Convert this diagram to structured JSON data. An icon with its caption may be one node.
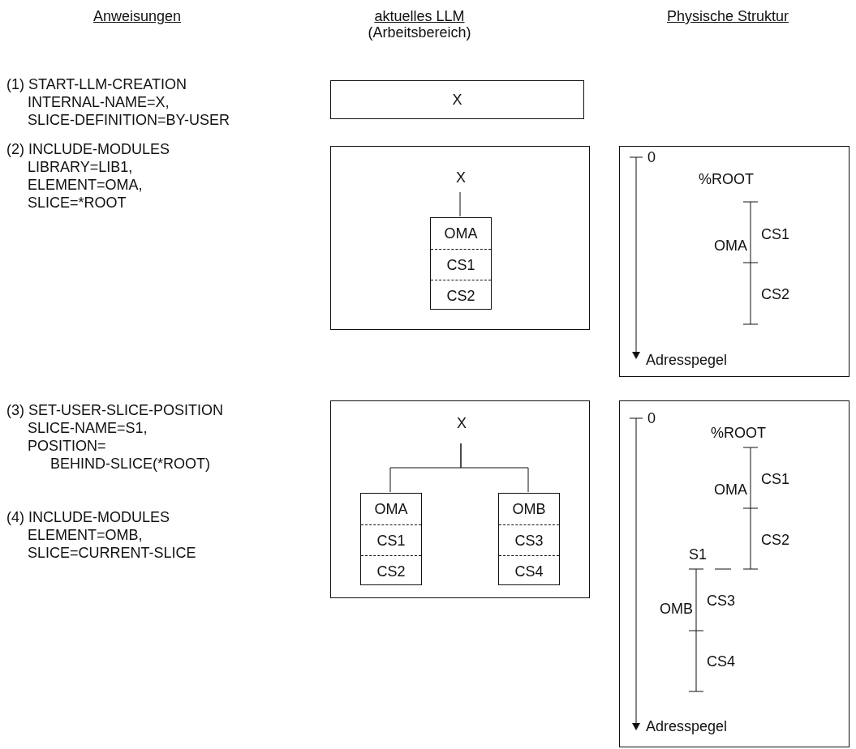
{
  "diagram": {
    "nodes": [
      {
        "text": [
          "X"
        ]
      },
      {
        "text": [],
        "shape": "box"
      },
      {
        "text": [
          "X"
        ],
        "in": 1
      },
      {
        "text": [
          "OMA",
          "CS1",
          "CS2"
        ],
        "in": 1
      },
      {
        "text": [
          "0",
          "%ROOT",
          "OMA",
          "CS1",
          "CS2",
          "Adresspegel"
        ]
      },
      {
        "text": [],
        "shape": "box"
      },
      {
        "text": [
          "X"
        ],
        "in": 5
      },
      {
        "text": [
          "OMA",
          "CS1",
          "CS2"
        ],
        "in": 5
      },
      {
        "text": [
          "OMB",
          "CS3",
          "CS4"
        ],
        "in": 5
      },
      {
        "text": [
          "0",
          "%ROOT",
          "OMA",
          "CS1",
          "CS2",
          "S1",
          "OMB",
          "CS3",
          "CS4",
          "Adresspegel"
        ]
      }
    ],
    "edges": [
      {
        "from": 2,
        "to": 3,
        "arrow": "none"
      },
      {
        "from": 6,
        "to": 7,
        "arrow": "none"
      },
      {
        "from": 6,
        "to": 8,
        "arrow": "none"
      }
    ],
    "labels": [
      "Anweisungen",
      "aktuelles LLM",
      "(Arbeitsbereich)",
      "Physische Struktur",
      "(1) START-LLM-CREATION INTERNAL-NAME=X, SLICE-DEFINITION=BY-USER",
      "(2) INCLUDE-MODULES LIBRARY=LIB1, ELEMENT=OMA, SLICE=*ROOT",
      "(3) SET-USER-SLICE-POSITION SLICE-NAME=S1, POSITION= BEHIND-SLICE(*ROOT)",
      "(4) INCLUDE-MODULES ELEMENT=OMB, SLICE=CURRENT-SLICE"
    ]
  }
}
